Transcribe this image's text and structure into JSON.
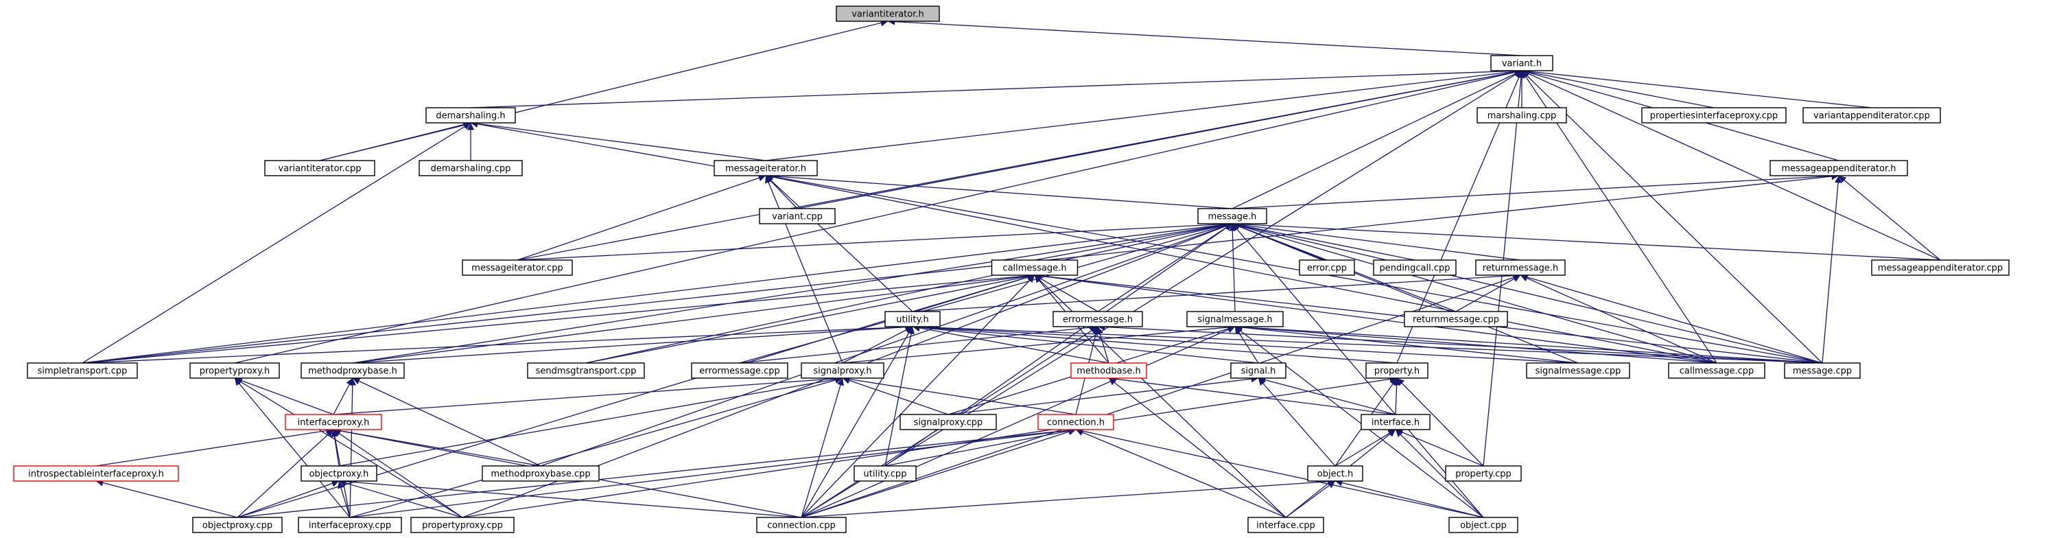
{
  "diagram": {
    "nodes": [
      {
        "id": "variantiterator_h",
        "label": "variantiterator.h",
        "style": "root"
      },
      {
        "id": "variant_h",
        "label": "variant.h",
        "style": "normal"
      },
      {
        "id": "demarshaling_h",
        "label": "demarshaling.h",
        "style": "normal"
      },
      {
        "id": "variantiterator_cpp",
        "label": "variantiterator.cpp",
        "style": "normal"
      },
      {
        "id": "demarshaling_cpp",
        "label": "demarshaling.cpp",
        "style": "normal"
      },
      {
        "id": "marshaling_cpp",
        "label": "marshaling.cpp",
        "style": "normal"
      },
      {
        "id": "propertiesinterfaceproxy_cpp",
        "label": "propertiesinterfaceproxy.cpp",
        "style": "normal"
      },
      {
        "id": "variantappenditerator_cpp",
        "label": "variantappenditerator.cpp",
        "style": "normal"
      },
      {
        "id": "messageiterator_h",
        "label": "messageiterator.h",
        "style": "normal"
      },
      {
        "id": "messageappenditerator_h",
        "label": "messageappenditerator.h",
        "style": "normal"
      },
      {
        "id": "variant_cpp",
        "label": "variant.cpp",
        "style": "normal"
      },
      {
        "id": "message_h",
        "label": "message.h",
        "style": "normal"
      },
      {
        "id": "messageiterator_cpp",
        "label": "messageiterator.cpp",
        "style": "normal"
      },
      {
        "id": "error_cpp",
        "label": "error.cpp",
        "style": "normal"
      },
      {
        "id": "pendingcall_cpp",
        "label": "pendingcall.cpp",
        "style": "normal"
      },
      {
        "id": "messageappenditerator_cpp",
        "label": "messageappenditerator.cpp",
        "style": "normal"
      },
      {
        "id": "callmessage_h",
        "label": "callmessage.h",
        "style": "normal"
      },
      {
        "id": "returnmessage_h",
        "label": "returnmessage.h",
        "style": "normal"
      },
      {
        "id": "utility_h",
        "label": "utility.h",
        "style": "normal"
      },
      {
        "id": "errormessage_h",
        "label": "errormessage.h",
        "style": "normal"
      },
      {
        "id": "signalmessage_h",
        "label": "signalmessage.h",
        "style": "normal"
      },
      {
        "id": "returnmessage_cpp",
        "label": "returnmessage.cpp",
        "style": "normal"
      },
      {
        "id": "simpletransport_cpp",
        "label": "simpletransport.cpp",
        "style": "normal"
      },
      {
        "id": "propertyproxy_h",
        "label": "propertyproxy.h",
        "style": "normal"
      },
      {
        "id": "methodproxybase_h",
        "label": "methodproxybase.h",
        "style": "normal"
      },
      {
        "id": "sendmsgtransport_cpp",
        "label": "sendmsgtransport.cpp",
        "style": "normal"
      },
      {
        "id": "errormessage_cpp",
        "label": "errormessage.cpp",
        "style": "normal"
      },
      {
        "id": "signalproxy_h",
        "label": "signalproxy.h",
        "style": "normal"
      },
      {
        "id": "methodbase_h",
        "label": "methodbase.h",
        "style": "red"
      },
      {
        "id": "signal_h",
        "label": "signal.h",
        "style": "normal"
      },
      {
        "id": "property_h",
        "label": "property.h",
        "style": "normal"
      },
      {
        "id": "signalmessage_cpp",
        "label": "signalmessage.cpp",
        "style": "normal"
      },
      {
        "id": "callmessage_cpp",
        "label": "callmessage.cpp",
        "style": "normal"
      },
      {
        "id": "message_cpp",
        "label": "message.cpp",
        "style": "normal"
      },
      {
        "id": "interfaceproxy_h",
        "label": "interfaceproxy.h",
        "style": "red"
      },
      {
        "id": "signalproxy_cpp",
        "label": "signalproxy.cpp",
        "style": "normal"
      },
      {
        "id": "connection_h",
        "label": "connection.h",
        "style": "red"
      },
      {
        "id": "interface_h",
        "label": "interface.h",
        "style": "normal"
      },
      {
        "id": "introspectableinterfaceproxy_h",
        "label": "introspectableinterfaceproxy.h",
        "style": "red"
      },
      {
        "id": "objectproxy_h",
        "label": "objectproxy.h",
        "style": "normal"
      },
      {
        "id": "methodproxybase_cpp",
        "label": "methodproxybase.cpp",
        "style": "normal"
      },
      {
        "id": "utility_cpp",
        "label": "utility.cpp",
        "style": "normal"
      },
      {
        "id": "object_h",
        "label": "object.h",
        "style": "normal"
      },
      {
        "id": "property_cpp",
        "label": "property.cpp",
        "style": "normal"
      },
      {
        "id": "objectproxy_cpp",
        "label": "objectproxy.cpp",
        "style": "normal"
      },
      {
        "id": "interfaceproxy_cpp",
        "label": "interfaceproxy.cpp",
        "style": "normal"
      },
      {
        "id": "propertyproxy_cpp",
        "label": "propertyproxy.cpp",
        "style": "normal"
      },
      {
        "id": "connection_cpp",
        "label": "connection.cpp",
        "style": "normal"
      },
      {
        "id": "interface_cpp",
        "label": "interface.cpp",
        "style": "normal"
      },
      {
        "id": "object_cpp",
        "label": "object.cpp",
        "style": "normal"
      }
    ],
    "edges": [
      [
        "variantiterator_h",
        "variant_h"
      ],
      [
        "variantiterator_h",
        "variantiterator_cpp"
      ],
      [
        "variant_h",
        "demarshaling_h"
      ],
      [
        "variant_h",
        "marshaling_cpp"
      ],
      [
        "variant_h",
        "propertiesinterfaceproxy_cpp"
      ],
      [
        "variant_h",
        "variantappenditerator_cpp"
      ],
      [
        "variant_h",
        "messageiterator_h"
      ],
      [
        "variant_h",
        "messageappenditerator_h"
      ],
      [
        "variant_h",
        "variant_cpp"
      ],
      [
        "variant_h",
        "message_h"
      ],
      [
        "variant_h",
        "messageiterator_cpp"
      ],
      [
        "variant_h",
        "messageappenditerator_cpp"
      ],
      [
        "variant_h",
        "propertyproxy_h"
      ],
      [
        "variant_h",
        "connection_cpp"
      ],
      [
        "variant_h",
        "property_h"
      ],
      [
        "variant_h",
        "message_cpp"
      ],
      [
        "variant_h",
        "callmessage_cpp"
      ],
      [
        "variant_h",
        "property_cpp"
      ],
      [
        "demarshaling_h",
        "variantiterator_cpp"
      ],
      [
        "demarshaling_h",
        "demarshaling_cpp"
      ],
      [
        "demarshaling_h",
        "messageiterator_h"
      ],
      [
        "demarshaling_h",
        "simpletransport_cpp"
      ],
      [
        "demarshaling_h",
        "message_cpp"
      ],
      [
        "messageiterator_h",
        "variant_cpp"
      ],
      [
        "messageiterator_h",
        "message_h"
      ],
      [
        "messageiterator_h",
        "messageiterator_cpp"
      ],
      [
        "messageiterator_h",
        "utility_h"
      ],
      [
        "messageiterator_h",
        "signalproxy_h"
      ],
      [
        "messageiterator_h",
        "callmessage_cpp"
      ],
      [
        "messageappenditerator_h",
        "message_h"
      ],
      [
        "messageappenditerator_h",
        "messageappenditerator_cpp"
      ],
      [
        "messageappenditerator_h",
        "message_cpp"
      ],
      [
        "messageappenditerator_h",
        "simpletransport_cpp"
      ],
      [
        "message_h",
        "messageiterator_cpp"
      ],
      [
        "message_h",
        "error_cpp"
      ],
      [
        "message_h",
        "pendingcall_cpp"
      ],
      [
        "message_h",
        "messageappenditerator_cpp"
      ],
      [
        "message_h",
        "callmessage_h"
      ],
      [
        "message_h",
        "returnmessage_h"
      ],
      [
        "message_h",
        "errormessage_h"
      ],
      [
        "message_h",
        "signalmessage_h"
      ],
      [
        "message_h",
        "returnmessage_cpp"
      ],
      [
        "message_h",
        "simpletransport_cpp"
      ],
      [
        "message_h",
        "methodproxybase_h"
      ],
      [
        "message_h",
        "sendmsgtransport_cpp"
      ],
      [
        "message_h",
        "errormessage_cpp"
      ],
      [
        "message_h",
        "message_cpp"
      ],
      [
        "message_h",
        "callmessage_cpp"
      ],
      [
        "message_h",
        "signalmessage_cpp"
      ],
      [
        "message_h",
        "utility_cpp"
      ],
      [
        "message_h",
        "object_cpp"
      ],
      [
        "message_h",
        "propertyproxy_cpp"
      ],
      [
        "message_h",
        "methodproxybase_cpp"
      ],
      [
        "callmessage_h",
        "utility_h"
      ],
      [
        "callmessage_h",
        "errormessage_h"
      ],
      [
        "callmessage_h",
        "simpletransport_cpp"
      ],
      [
        "callmessage_h",
        "methodbase_h"
      ],
      [
        "callmessage_h",
        "callmessage_cpp"
      ],
      [
        "callmessage_h",
        "message_cpp"
      ],
      [
        "callmessage_h",
        "connection_cpp"
      ],
      [
        "callmessage_h",
        "interface_cpp"
      ],
      [
        "callmessage_h",
        "sendmsgtransport_cpp"
      ],
      [
        "callmessage_h",
        "methodproxybase_h"
      ],
      [
        "callmessage_h",
        "objectproxy_cpp"
      ],
      [
        "returnmessage_h",
        "returnmessage_cpp"
      ],
      [
        "returnmessage_h",
        "utility_h"
      ],
      [
        "returnmessage_h",
        "callmessage_cpp"
      ],
      [
        "returnmessage_h",
        "message_cpp"
      ],
      [
        "returnmessage_h",
        "connection_cpp"
      ],
      [
        "utility_h",
        "methodproxybase_h"
      ],
      [
        "utility_h",
        "signalproxy_h"
      ],
      [
        "utility_h",
        "methodbase_h"
      ],
      [
        "utility_h",
        "signal_h"
      ],
      [
        "utility_h",
        "property_h"
      ],
      [
        "utility_h",
        "utility_cpp"
      ],
      [
        "utility_h",
        "connection_cpp"
      ],
      [
        "utility_h",
        "message_cpp"
      ],
      [
        "utility_h",
        "simpletransport_cpp"
      ],
      [
        "utility_h",
        "signalmessage_cpp"
      ],
      [
        "errormessage_h",
        "errormessage_cpp"
      ],
      [
        "errormessage_h",
        "methodbase_h"
      ],
      [
        "errormessage_h",
        "connection_cpp"
      ],
      [
        "errormessage_h",
        "message_cpp"
      ],
      [
        "errormessage_h",
        "connection_h"
      ],
      [
        "signalmessage_h",
        "signal_h"
      ],
      [
        "signalmessage_h",
        "signalproxy_h"
      ],
      [
        "signalmessage_h",
        "signalmessage_cpp"
      ],
      [
        "signalmessage_h",
        "message_cpp"
      ],
      [
        "signalmessage_h",
        "signalproxy_cpp"
      ],
      [
        "signalmessage_h",
        "object_cpp"
      ],
      [
        "signalmessage_h",
        "callmessage_cpp"
      ],
      [
        "signalmessage_h",
        "connection_cpp"
      ],
      [
        "propertyproxy_h",
        "interfaceproxy_h"
      ],
      [
        "propertyproxy_h",
        "propertyproxy_cpp"
      ],
      [
        "propertyproxy_h",
        "interfaceproxy_cpp"
      ],
      [
        "methodproxybase_h",
        "interfaceproxy_h"
      ],
      [
        "methodproxybase_h",
        "methodproxybase_cpp"
      ],
      [
        "methodproxybase_h",
        "interfaceproxy_cpp"
      ],
      [
        "signalproxy_h",
        "interfaceproxy_h"
      ],
      [
        "signalproxy_h",
        "signalproxy_cpp"
      ],
      [
        "signalproxy_h",
        "connection_h"
      ],
      [
        "signalproxy_h",
        "objectproxy_h"
      ],
      [
        "signalproxy_h",
        "connection_cpp"
      ],
      [
        "signalproxy_h",
        "interfaceproxy_cpp"
      ],
      [
        "methodbase_h",
        "interface_h"
      ],
      [
        "methodbase_h",
        "interface_cpp"
      ],
      [
        "signal_h",
        "interface_h"
      ],
      [
        "signal_h",
        "object_h"
      ],
      [
        "signal_h",
        "signalproxy_cpp"
      ],
      [
        "property_h",
        "interface_h"
      ],
      [
        "property_h",
        "object_h"
      ],
      [
        "property_h",
        "property_cpp"
      ],
      [
        "property_h",
        "propertyproxy_cpp"
      ],
      [
        "interfaceproxy_h",
        "introspectableinterfaceproxy_h"
      ],
      [
        "interfaceproxy_h",
        "objectproxy_h"
      ],
      [
        "interfaceproxy_h",
        "methodproxybase_cpp"
      ],
      [
        "interfaceproxy_h",
        "objectproxy_cpp"
      ],
      [
        "interfaceproxy_h",
        "interfaceproxy_cpp"
      ],
      [
        "interfaceproxy_h",
        "propertyproxy_cpp"
      ],
      [
        "interfaceproxy_h",
        "connection_cpp"
      ],
      [
        "connection_h",
        "utility_cpp"
      ],
      [
        "connection_h",
        "connection_cpp"
      ],
      [
        "connection_h",
        "interface_cpp"
      ],
      [
        "connection_h",
        "object_cpp"
      ],
      [
        "connection_h",
        "objectproxy_cpp"
      ],
      [
        "connection_h",
        "interfaceproxy_cpp"
      ],
      [
        "interface_h",
        "object_h"
      ],
      [
        "interface_h",
        "property_cpp"
      ],
      [
        "interface_h",
        "object_cpp"
      ],
      [
        "interface_h",
        "interface_cpp"
      ],
      [
        "introspectableinterfaceproxy_h",
        "objectproxy_cpp"
      ],
      [
        "objectproxy_h",
        "objectproxy_cpp"
      ],
      [
        "objectproxy_h",
        "interfaceproxy_cpp"
      ],
      [
        "objectproxy_h",
        "connection_cpp"
      ],
      [
        "objectproxy_h",
        "propertyproxy_cpp"
      ],
      [
        "object_h",
        "connection_cpp"
      ],
      [
        "object_h",
        "interface_cpp"
      ],
      [
        "object_h",
        "object_cpp"
      ]
    ]
  }
}
